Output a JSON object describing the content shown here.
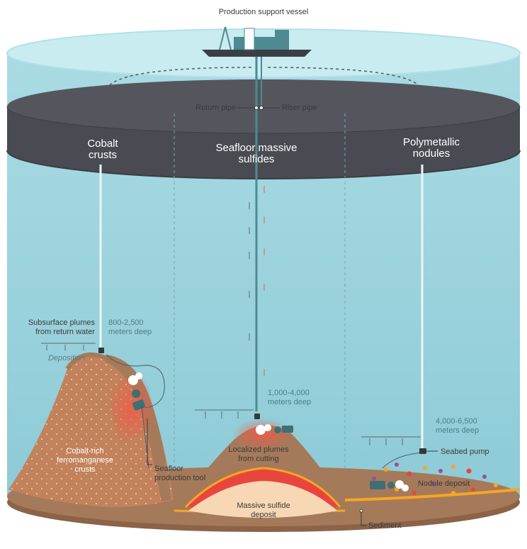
{
  "vessel": {
    "label": "Production support vessel"
  },
  "pipes": {
    "return_label": "Return pipe",
    "riser_label": "Riser pipe"
  },
  "zones": {
    "cobalt": {
      "line1": "Cobalt",
      "line2": "crusts"
    },
    "sulfides": {
      "line1": "Seafloor massive",
      "line2": "sulfides"
    },
    "nodules": {
      "line1": "Polymetallic",
      "line2": "nodules"
    }
  },
  "annotations": {
    "plumes_return_1": "Subsurface plumes",
    "plumes_return_2": "from return water",
    "deposition": "Deposition",
    "depth_cobalt_1": "800-2,500",
    "depth_cobalt_2": "meters deep",
    "depth_sulfide_1": "1,000-4,000",
    "depth_sulfide_2": "meters deep",
    "depth_nodule_1": "4,000-6,500",
    "depth_nodule_2": "meters deep",
    "seabed_pump": "Seabed pump",
    "cobalt_rich_1": "Cobalt-rich",
    "cobalt_rich_2": "ferromanganese",
    "cobalt_rich_3": "crusts",
    "tool_1": "Seafloor",
    "tool_2": "production tool",
    "plumes_cut_1": "Localized plumes",
    "plumes_cut_2": "from cutting",
    "nodule_deposit": "Nodule deposit",
    "massive_1": "Massive sulfide",
    "massive_2": "deposit",
    "sediment": "Sediment"
  },
  "colors": {
    "water": "#9fd3dc",
    "band": "#4a4b52",
    "seabed": "#a57a5a",
    "crust": "#c2825c",
    "sulfide_outer": "#e9453f",
    "sulfide_inner": "#f7d7b4",
    "sediment": "#f5a623",
    "pipe": "#4e8a92"
  }
}
